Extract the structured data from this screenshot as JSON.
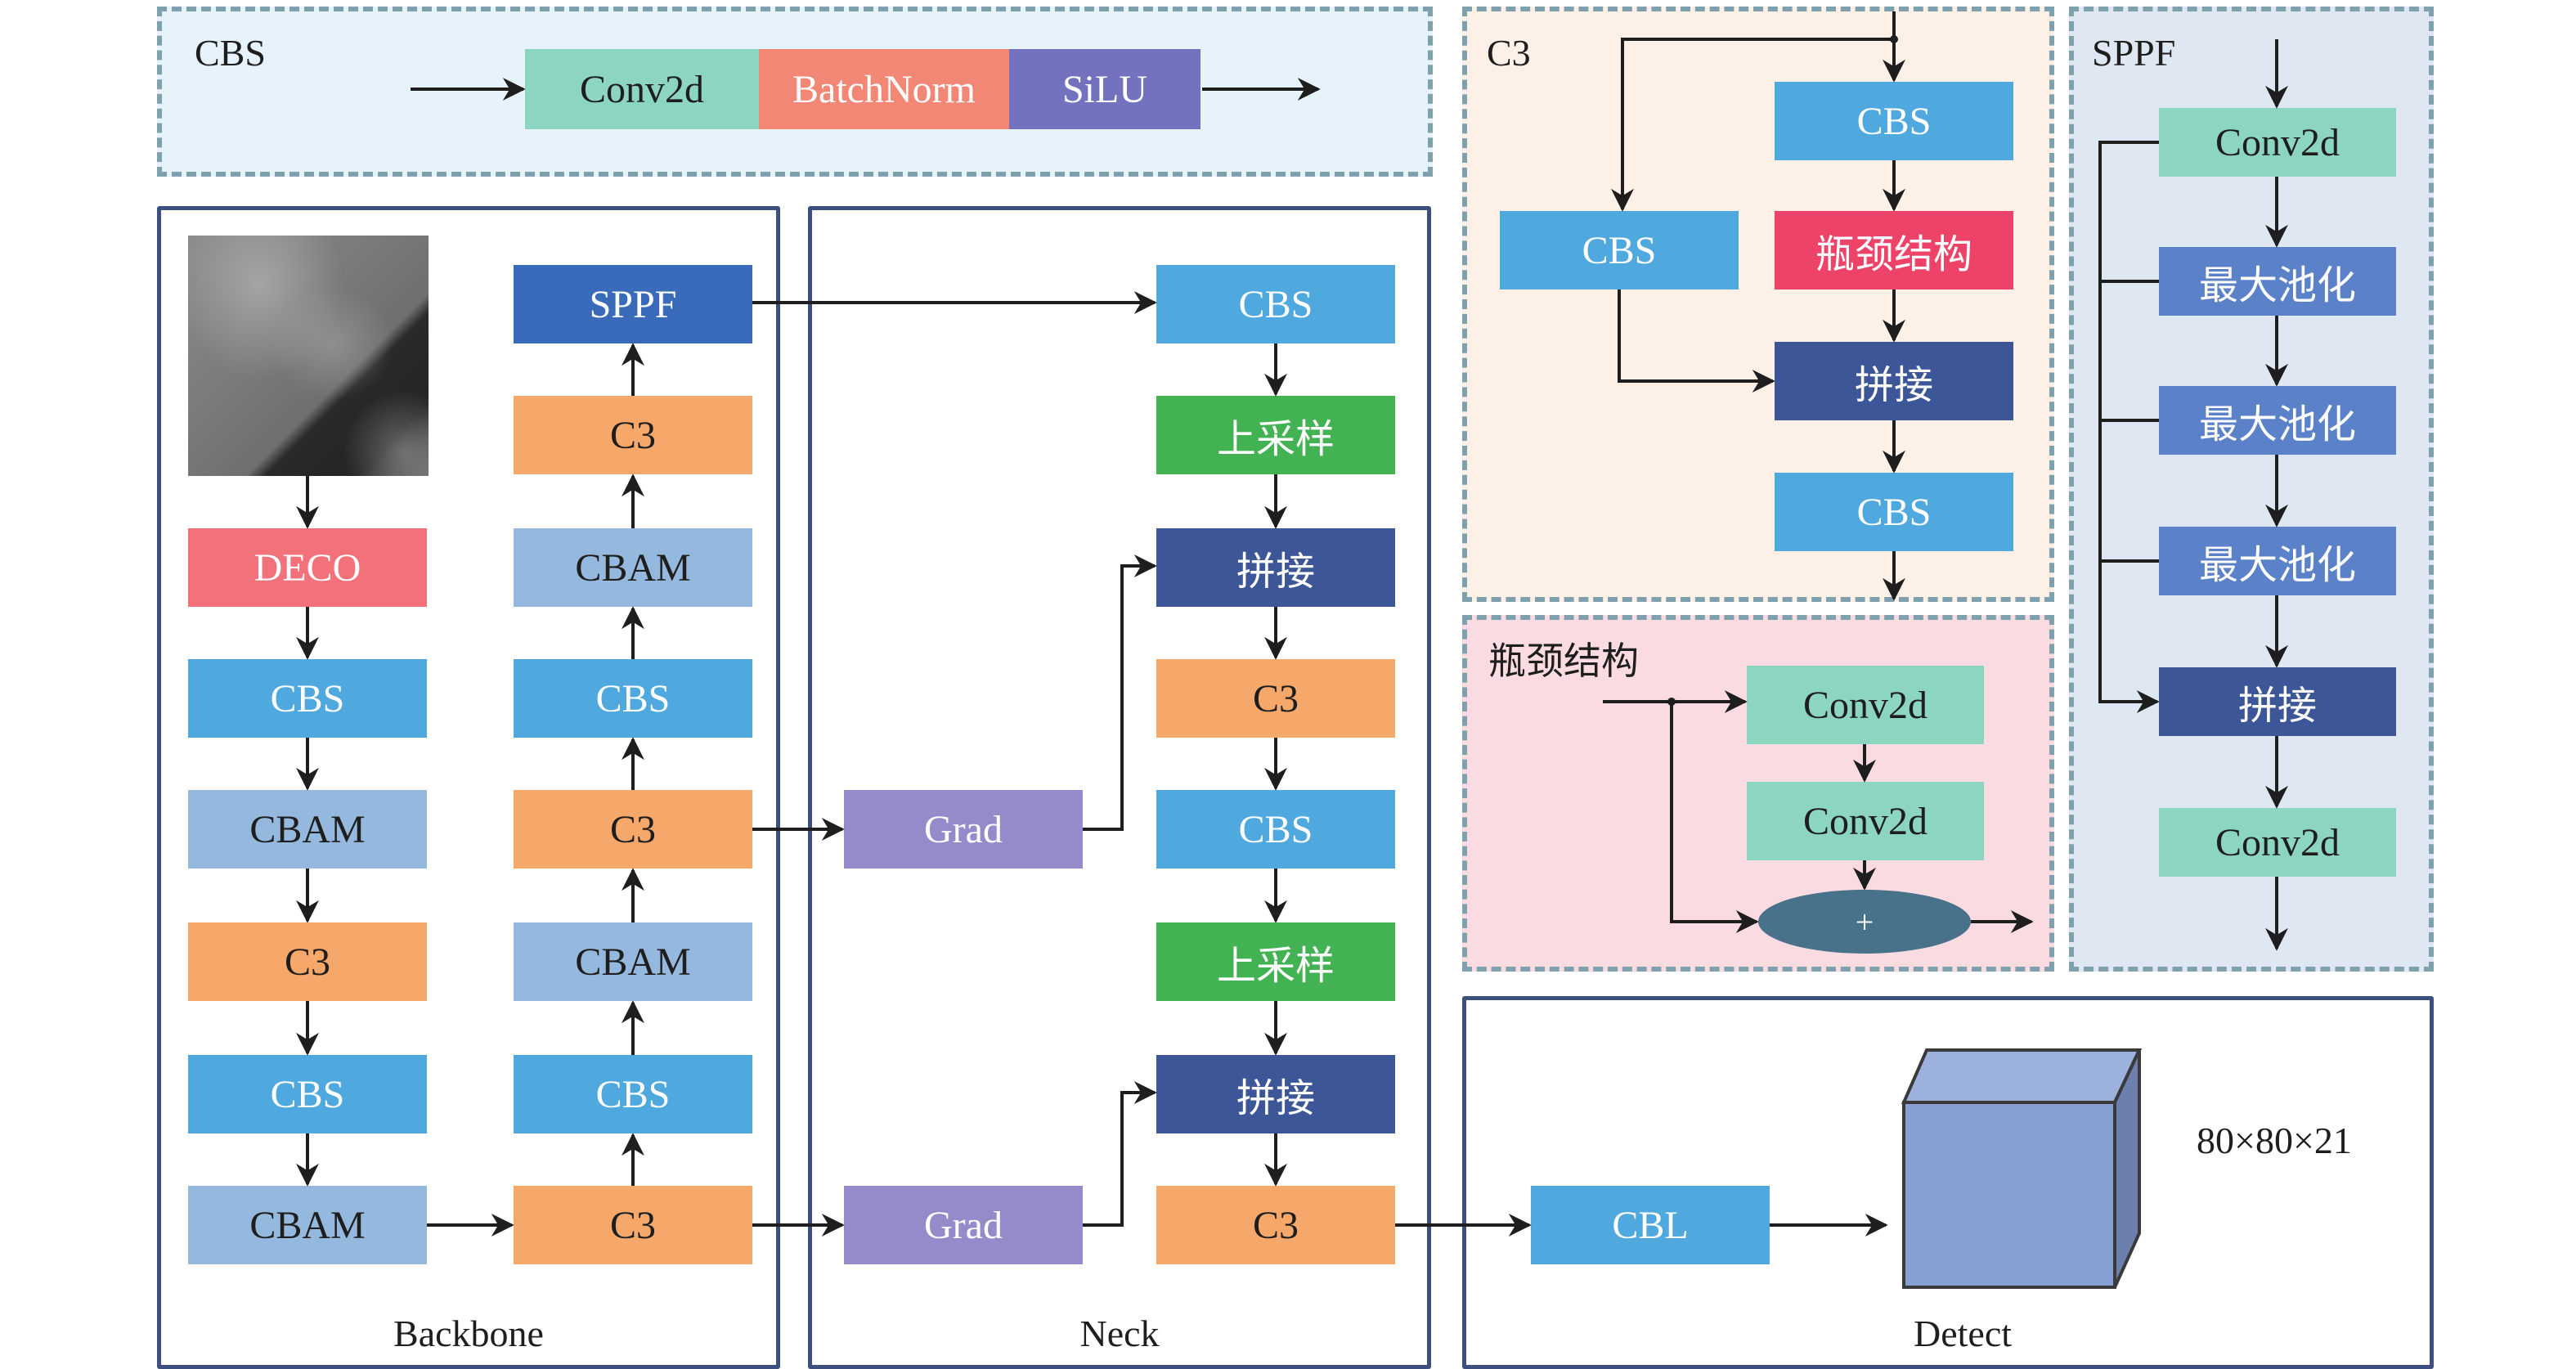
{
  "cbs_panel": {
    "title": "CBS",
    "blocks": [
      "Conv2d",
      "BatchNorm",
      "SiLU"
    ]
  },
  "c3_panel": {
    "title": "C3",
    "blocks": {
      "cbs_top": "CBS",
      "cbs_left": "CBS",
      "bottleneck": "瓶颈结构",
      "concat": "拼接",
      "cbs_bottom": "CBS"
    }
  },
  "sppf_panel": {
    "title": "SPPF",
    "blocks": [
      "Conv2d",
      "最大池化",
      "最大池化",
      "最大池化",
      "拼接",
      "Conv2d"
    ]
  },
  "bottleneck_panel": {
    "title": "瓶颈结构",
    "blocks": [
      "Conv2d",
      "Conv2d"
    ],
    "add_symbol": "+"
  },
  "backbone": {
    "caption": "Backbone",
    "left_column": [
      "DECO",
      "CBS",
      "CBAM",
      "C3",
      "CBS",
      "CBAM"
    ],
    "right_column": [
      "SPPF",
      "C3",
      "CBAM",
      "CBS",
      "C3",
      "CBAM",
      "CBS",
      "C3"
    ]
  },
  "neck": {
    "caption": "Neck",
    "grad_blocks": [
      "Grad",
      "Grad"
    ],
    "column": [
      "CBS",
      "上采样",
      "拼接",
      "C3",
      "CBS",
      "上采样",
      "拼接",
      "C3"
    ]
  },
  "detect": {
    "caption": "Detect",
    "block": "CBL",
    "output_shape": "80×80×21"
  },
  "colors": {
    "conv2d": "#8bd5c1",
    "batchnorm": "#f38776",
    "silu": "#7272be",
    "cbs": "#4fa9df",
    "c3": "#f6a76a",
    "cbam": "#95b9de",
    "sppf": "#3a6bbb",
    "deco": "#f2717a",
    "upsample": "#43b253",
    "concat": "#3c5697",
    "grad": "#958bcb",
    "bottleneck": "#ee4369",
    "maxpool": "#5b82c8",
    "add": "#48718a"
  }
}
